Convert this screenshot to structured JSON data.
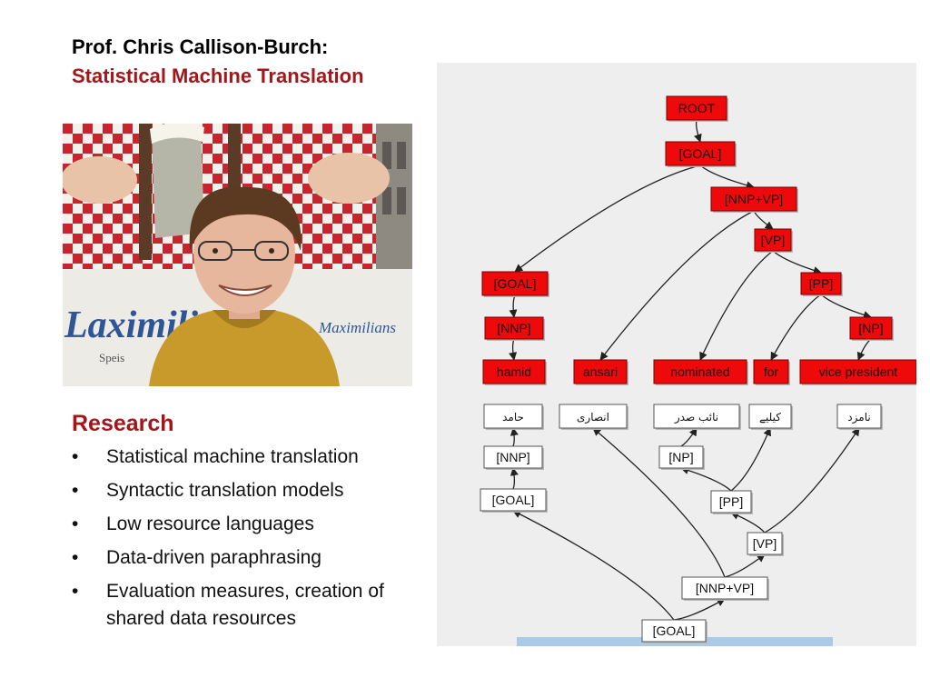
{
  "slide": {
    "name": "Prof. Chris Callison-Burch:",
    "subtitle": "Statistical Machine Translation"
  },
  "photo": {
    "sign_text_left": "Laximili",
    "sign_text_small": "Speis",
    "sign_text_right": "Maximilians"
  },
  "research": {
    "heading": "Research",
    "bullet": "•",
    "items": [
      "Statistical machine translation",
      "Syntactic translation models",
      "Low resource languages",
      "Data-driven paraphrasing",
      "Evaluation measures, creation of shared data resources"
    ]
  },
  "diagram": {
    "colors": {
      "node_fill": "#ee0a0a",
      "node_border": "#7a0000",
      "source_fill": "#ffffff",
      "edge": "#222222",
      "background": "#eeeeee"
    },
    "target_nodes": {
      "root": "ROOT",
      "goal_top": "[GOAL]",
      "nnp_vp": "[NNP+VP]",
      "vp": "[VP]",
      "goal_left": "[GOAL]",
      "pp": "[PP]",
      "nnp": "[NNP]",
      "np": "[NP]",
      "hamid": "hamid",
      "ansari": "ansari",
      "nominated": "nominated",
      "for": "for",
      "vice_president": "vice president"
    },
    "source_nodes": {
      "w_hamid": "حامد",
      "w_ansari": "انصاری",
      "w_naib_sadr": "نائب صدر",
      "w_keliye": "کیلیے",
      "w_namzad": "نامزد",
      "nnp": "[NNP]",
      "np": "[NP]",
      "goal_left": "[GOAL]",
      "pp": "[PP]",
      "vp": "[VP]",
      "nnp_vp": "[NNP+VP]",
      "goal_bottom": "[GOAL]"
    }
  }
}
